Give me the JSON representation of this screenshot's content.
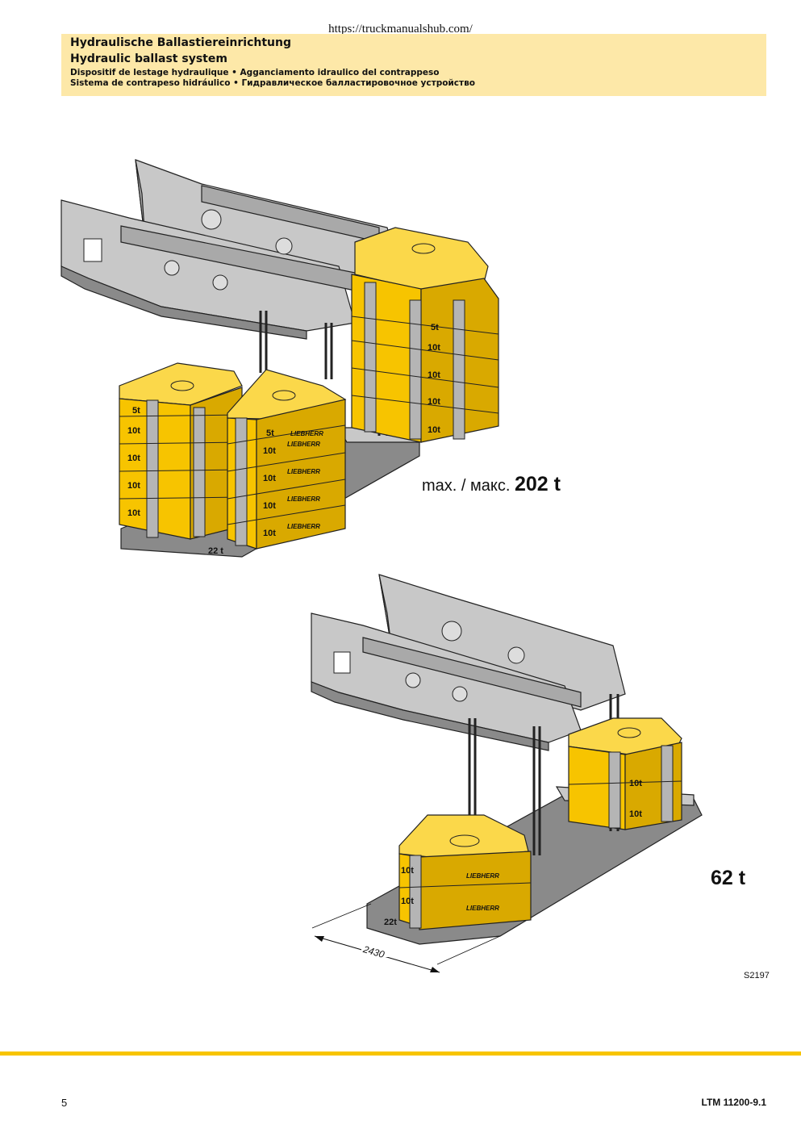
{
  "url": "https://truckmanualshub.com/",
  "header": {
    "title_de": "Hydraulische Ballastiereinrichtung",
    "title_en": "Hydraulic ballast system",
    "line_fr_it": "Dispositif de lestage hydraulique • Agganciamento idraulico del contrappeso",
    "line_es_ru": "Sistema de contrapeso hidráulico • Гидравлическое балластировочное устройство"
  },
  "figure_top": {
    "caption_prefix": "max. / макс.",
    "caption_value": "202 t",
    "base_label": "22 t",
    "front_stack_left": [
      "5t",
      "10t",
      "10t",
      "10t",
      "10t"
    ],
    "front_stack_right": [
      "5t",
      "10t",
      "10t",
      "10t",
      "10t"
    ],
    "rear_stack": [
      "5t",
      "10t",
      "10t",
      "10t",
      "10t"
    ],
    "brand": "LIEBHERR"
  },
  "figure_bottom": {
    "caption_value": "62 t",
    "base_label": "22t",
    "front_stack": [
      "10t",
      "10t"
    ],
    "rear_stack": [
      "10t",
      "10t"
    ],
    "brand": "LIEBHERR",
    "dimension": "2430"
  },
  "figure_ref": "S2197",
  "footer": {
    "page_number": "5",
    "model": "LTM 11200-9.1"
  },
  "colors": {
    "header_bg": "#fde8a8",
    "ballast_yellow": "#f7c400",
    "frame_gray": "#a9a9a9",
    "footer_line": "#f7c400"
  }
}
